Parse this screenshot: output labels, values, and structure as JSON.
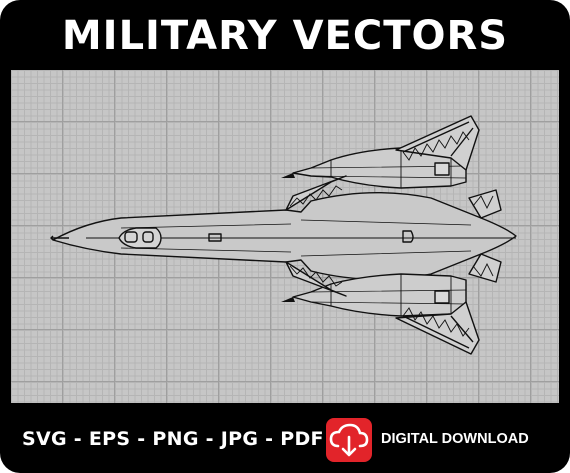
{
  "banner": {
    "title": "MILITARY VECTORS"
  },
  "footer": {
    "formats": "SVG - EPS - PNG - JPG - PDF",
    "download_label": "DIGITAL DOWNLOAD",
    "download_icon": "cloud-download-icon",
    "accent_color": "#e2242a"
  },
  "artwork": {
    "subject": "aircraft-top-view-line-drawing"
  }
}
